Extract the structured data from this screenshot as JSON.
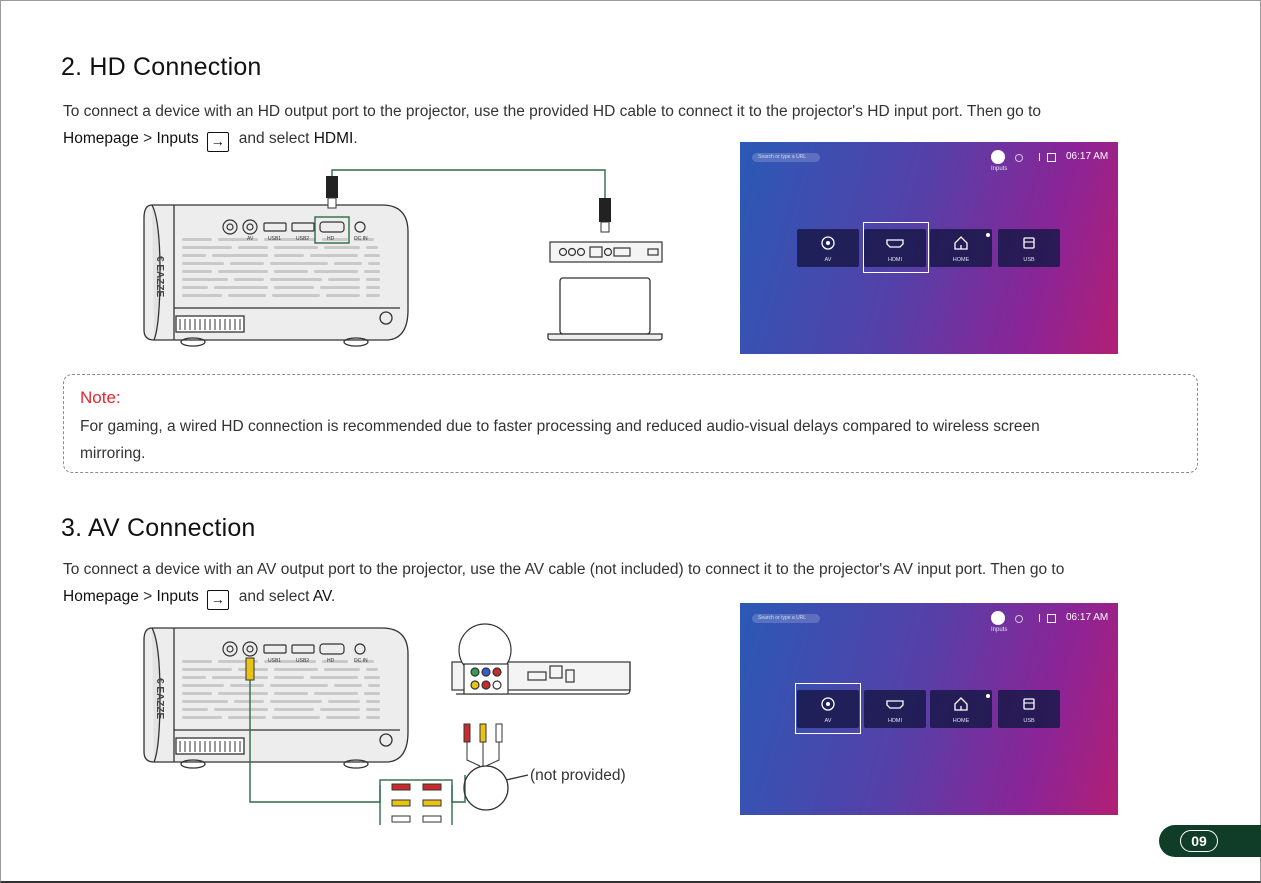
{
  "section1": {
    "heading": "2. HD Connection",
    "line1": "To connect a device with an HD output port to the projector, use the provided HD cable to connect it to the projector's HD input port. Then go to",
    "homepage": "Homepage",
    "sep": " > ",
    "inputs": "Inputs",
    "arrow": "→",
    "and_select": "and select ",
    "target": "HDMI",
    "period": "."
  },
  "note": {
    "title": "Note:",
    "line1": "For gaming, a wired HD connection is recommended due to faster processing and reduced audio-visual delays compared to wireless screen",
    "line2": "mirroring."
  },
  "section2": {
    "heading": "3. AV Connection",
    "line1": "To connect a device with an AV output port to the projector, use the AV cable (not included) to connect it to the projector's AV input port. Then go to",
    "homepage": "Homepage",
    "sep": " > ",
    "inputs": "Inputs",
    "arrow": "→",
    "and_select": "and select ",
    "target": "AV",
    "period": ".",
    "cable_note": "(not provided)"
  },
  "projector": {
    "brand": "€ EAZZE",
    "ports": [
      "AV",
      "USB1",
      "USB2",
      "HD",
      "DC IN"
    ]
  },
  "tv_screen": {
    "search_placeholder": "Search or type a URL",
    "time": "06:17 AM",
    "inputs_label": "Inputs",
    "tiles": [
      "AV",
      "HDMI",
      "HOME",
      "USB"
    ]
  },
  "page_number": "09",
  "colors": {
    "accent_green": "#0f3d28",
    "note_red": "#e5262b",
    "cable_green": "#2f6b46"
  }
}
